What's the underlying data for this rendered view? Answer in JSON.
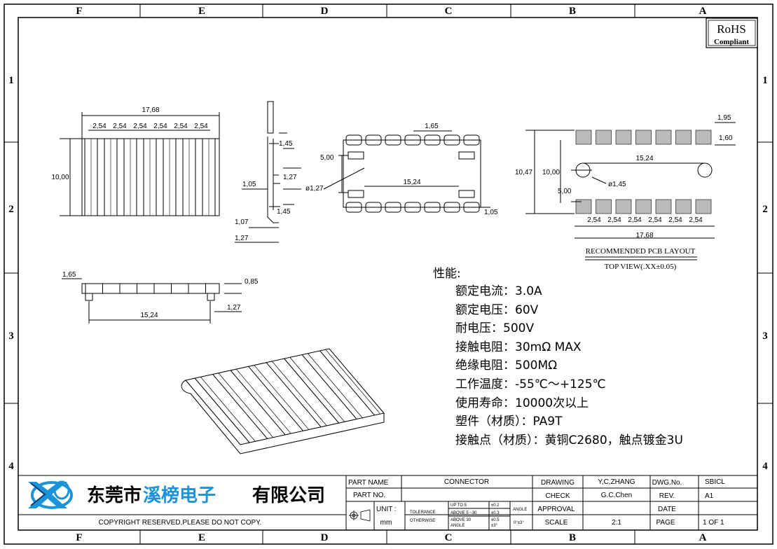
{
  "zones": {
    "columns": [
      "F",
      "E",
      "D",
      "C",
      "B",
      "A"
    ],
    "rows": [
      "1",
      "2",
      "3",
      "4"
    ]
  },
  "rohs": {
    "line1": "RoHS",
    "line2": "Compliant"
  },
  "dims": {
    "front_overall": "17,68",
    "pitch": "2,54",
    "front_height": "10,00",
    "side_145": "1,45",
    "side_127": "1,27",
    "side_105": "1,05",
    "side_107": "1,07",
    "top_165": "1,65",
    "top_500": "5,00",
    "top_diam": "ø1,27",
    "top_1524": "15,24",
    "top_105": "1,05",
    "pcb_195": "1,95",
    "pcb_160": "1,60",
    "pcb_1047": "10,47",
    "pcb_1000": "10,00",
    "pcb_1524": "15,24",
    "pcb_diam": "ø1,45",
    "pcb_500": "5,00",
    "pcb_1768": "17,68",
    "bot_165": "1,65",
    "bot_085": "0,85",
    "bot_127": "1,27",
    "bot_1524": "15,24"
  },
  "pcb_layout": {
    "title": "RECOMMENDED PCB LAYOUT",
    "subtitle": "TOP VIEW(.XX±0.05)"
  },
  "specs": {
    "heading": "性能:",
    "lines": [
      "额定电流：3.0A",
      "额定电压：60V",
      "耐电压：500V",
      "接触电阻：30mΩ MAX",
      "绝缘电阻：500MΩ",
      "工作温度：-55℃～+125℃",
      "使用寿命：10000次以上",
      "塑件（材质）：PA9T",
      "接触点（材质）：黄铜C2680，触点镀金3U"
    ]
  },
  "company": {
    "name_part1": "东莞市",
    "name_part2": "溪榜电子",
    "name_part3": "有限公司",
    "copyright": "COPYRIGHT RESERVED,PLEASE DO NOT COPY.",
    "accent_color": "#1a93d8"
  },
  "title_block": {
    "part_name_label": "PART NAME",
    "part_name_value": "CONNECTOR",
    "part_no_label": "PART NO.",
    "part_no_value": "",
    "unit_label": "UNIT :",
    "unit_value": "mm",
    "tolerance_label": "TOLERANCE",
    "otherwise_label": "OTHERWISE",
    "tol_up5": "UP TO 5",
    "tol_up5_val": "±0.2",
    "tol_5_30": "ABOVE 5 ~30",
    "tol_5_30_val": "±0.3",
    "tol_30": "ABOVE 30",
    "tol_30_val": "±0.5",
    "tol_angle": "ANGLE",
    "tol_angle_val": "±3°",
    "angle_label": "ANGLE",
    "angle_value": "0°±3°",
    "drawing_label": "DRAWING",
    "drawing_value": "Y,C,ZHANG",
    "check_label": "CHECK",
    "check_value": "G.C.Chen",
    "approval_label": "APPROVAL",
    "approval_value": "",
    "scale_label": "SCALE",
    "scale_value": "2:1",
    "dwg_label": "DWG.No.",
    "dwg_value": "SBICL",
    "rev_label": "REV.",
    "rev_value": "A1",
    "date_label": "DATE",
    "date_value": "",
    "page_label": "PAGE",
    "page_value": "1 OF 1"
  }
}
